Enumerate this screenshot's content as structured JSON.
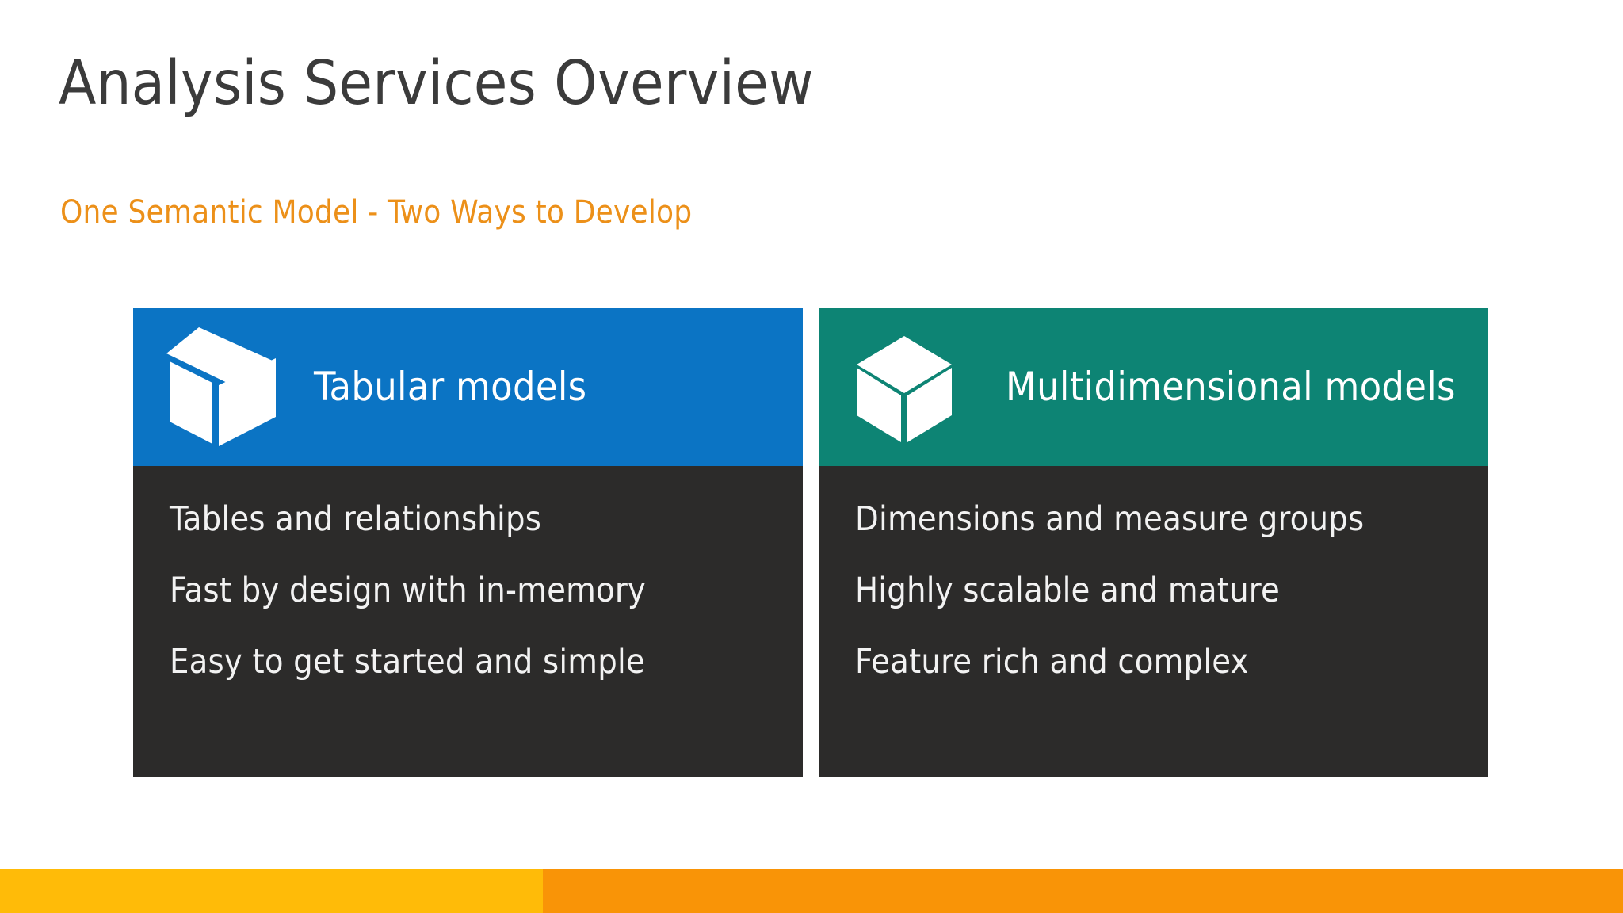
{
  "slide": {
    "title": "Analysis Services Overview",
    "subtitle": "One Semantic Model - Two Ways to Develop"
  },
  "cards": [
    {
      "id": "tabular",
      "title": "Tabular models",
      "icon": "open-box-icon",
      "header_color": "#0b74c4",
      "body_color": "#2c2b2a",
      "bullets": [
        "Tables and relationships",
        "Fast by design with in-memory",
        "Easy to get started and simple"
      ]
    },
    {
      "id": "multidimensional",
      "title": "Multidimensional models",
      "icon": "cube-icon",
      "header_color": "#0d8474",
      "body_color": "#2c2b2a",
      "bullets": [
        "Dimensions and measure groups",
        "Highly scalable and mature",
        "Feature rich and complex"
      ]
    }
  ],
  "bottom_bar": {
    "amber_color": "#ffbb08",
    "orange_color": "#f99407"
  },
  "theme": {
    "title_color": "#3b3b3b",
    "subtitle_color": "#ec9019",
    "background": "#ffffff",
    "card_text_color": "#f2f2f2"
  }
}
